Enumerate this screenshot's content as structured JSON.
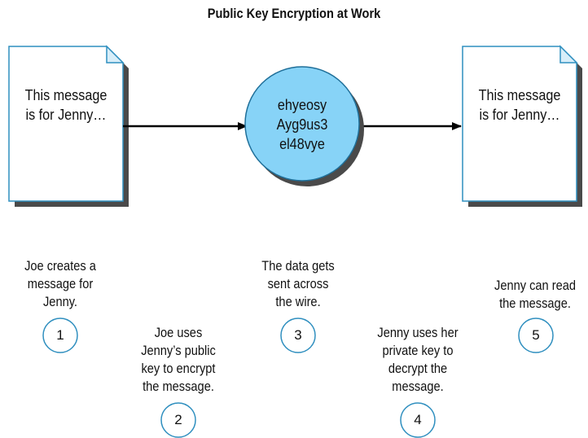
{
  "title": "Public Key Encryption at Work",
  "documents": {
    "left": {
      "line1": "This message",
      "line2": "is for Jenny…"
    },
    "right": {
      "line1": "This message",
      "line2": "is for Jenny…"
    }
  },
  "ciphertext": {
    "line1": "ehyeosy",
    "line2": "Ayg9us3",
    "line3": "el48vye"
  },
  "colors": {
    "cipher_fill": "#87d3f7",
    "document_fill": "#ffffff",
    "shadow": "#4a4a4a",
    "step_circle_stroke": "#2f8fbf"
  },
  "steps": [
    {
      "number": "1",
      "line1": "Joe creates a",
      "line2": "message for",
      "line3": "Jenny."
    },
    {
      "number": "2",
      "line1": "Joe uses",
      "line2": "Jenny’s public",
      "line3": "key to encrypt",
      "line4": "the message."
    },
    {
      "number": "3",
      "line1": "The data gets",
      "line2": "sent across",
      "line3": "the wire."
    },
    {
      "number": "4",
      "line1": "Jenny uses her",
      "line2": "private key to",
      "line3": "decrypt the",
      "line4": "message."
    },
    {
      "number": "5",
      "line1": "Jenny can read",
      "line2": "the message."
    }
  ]
}
